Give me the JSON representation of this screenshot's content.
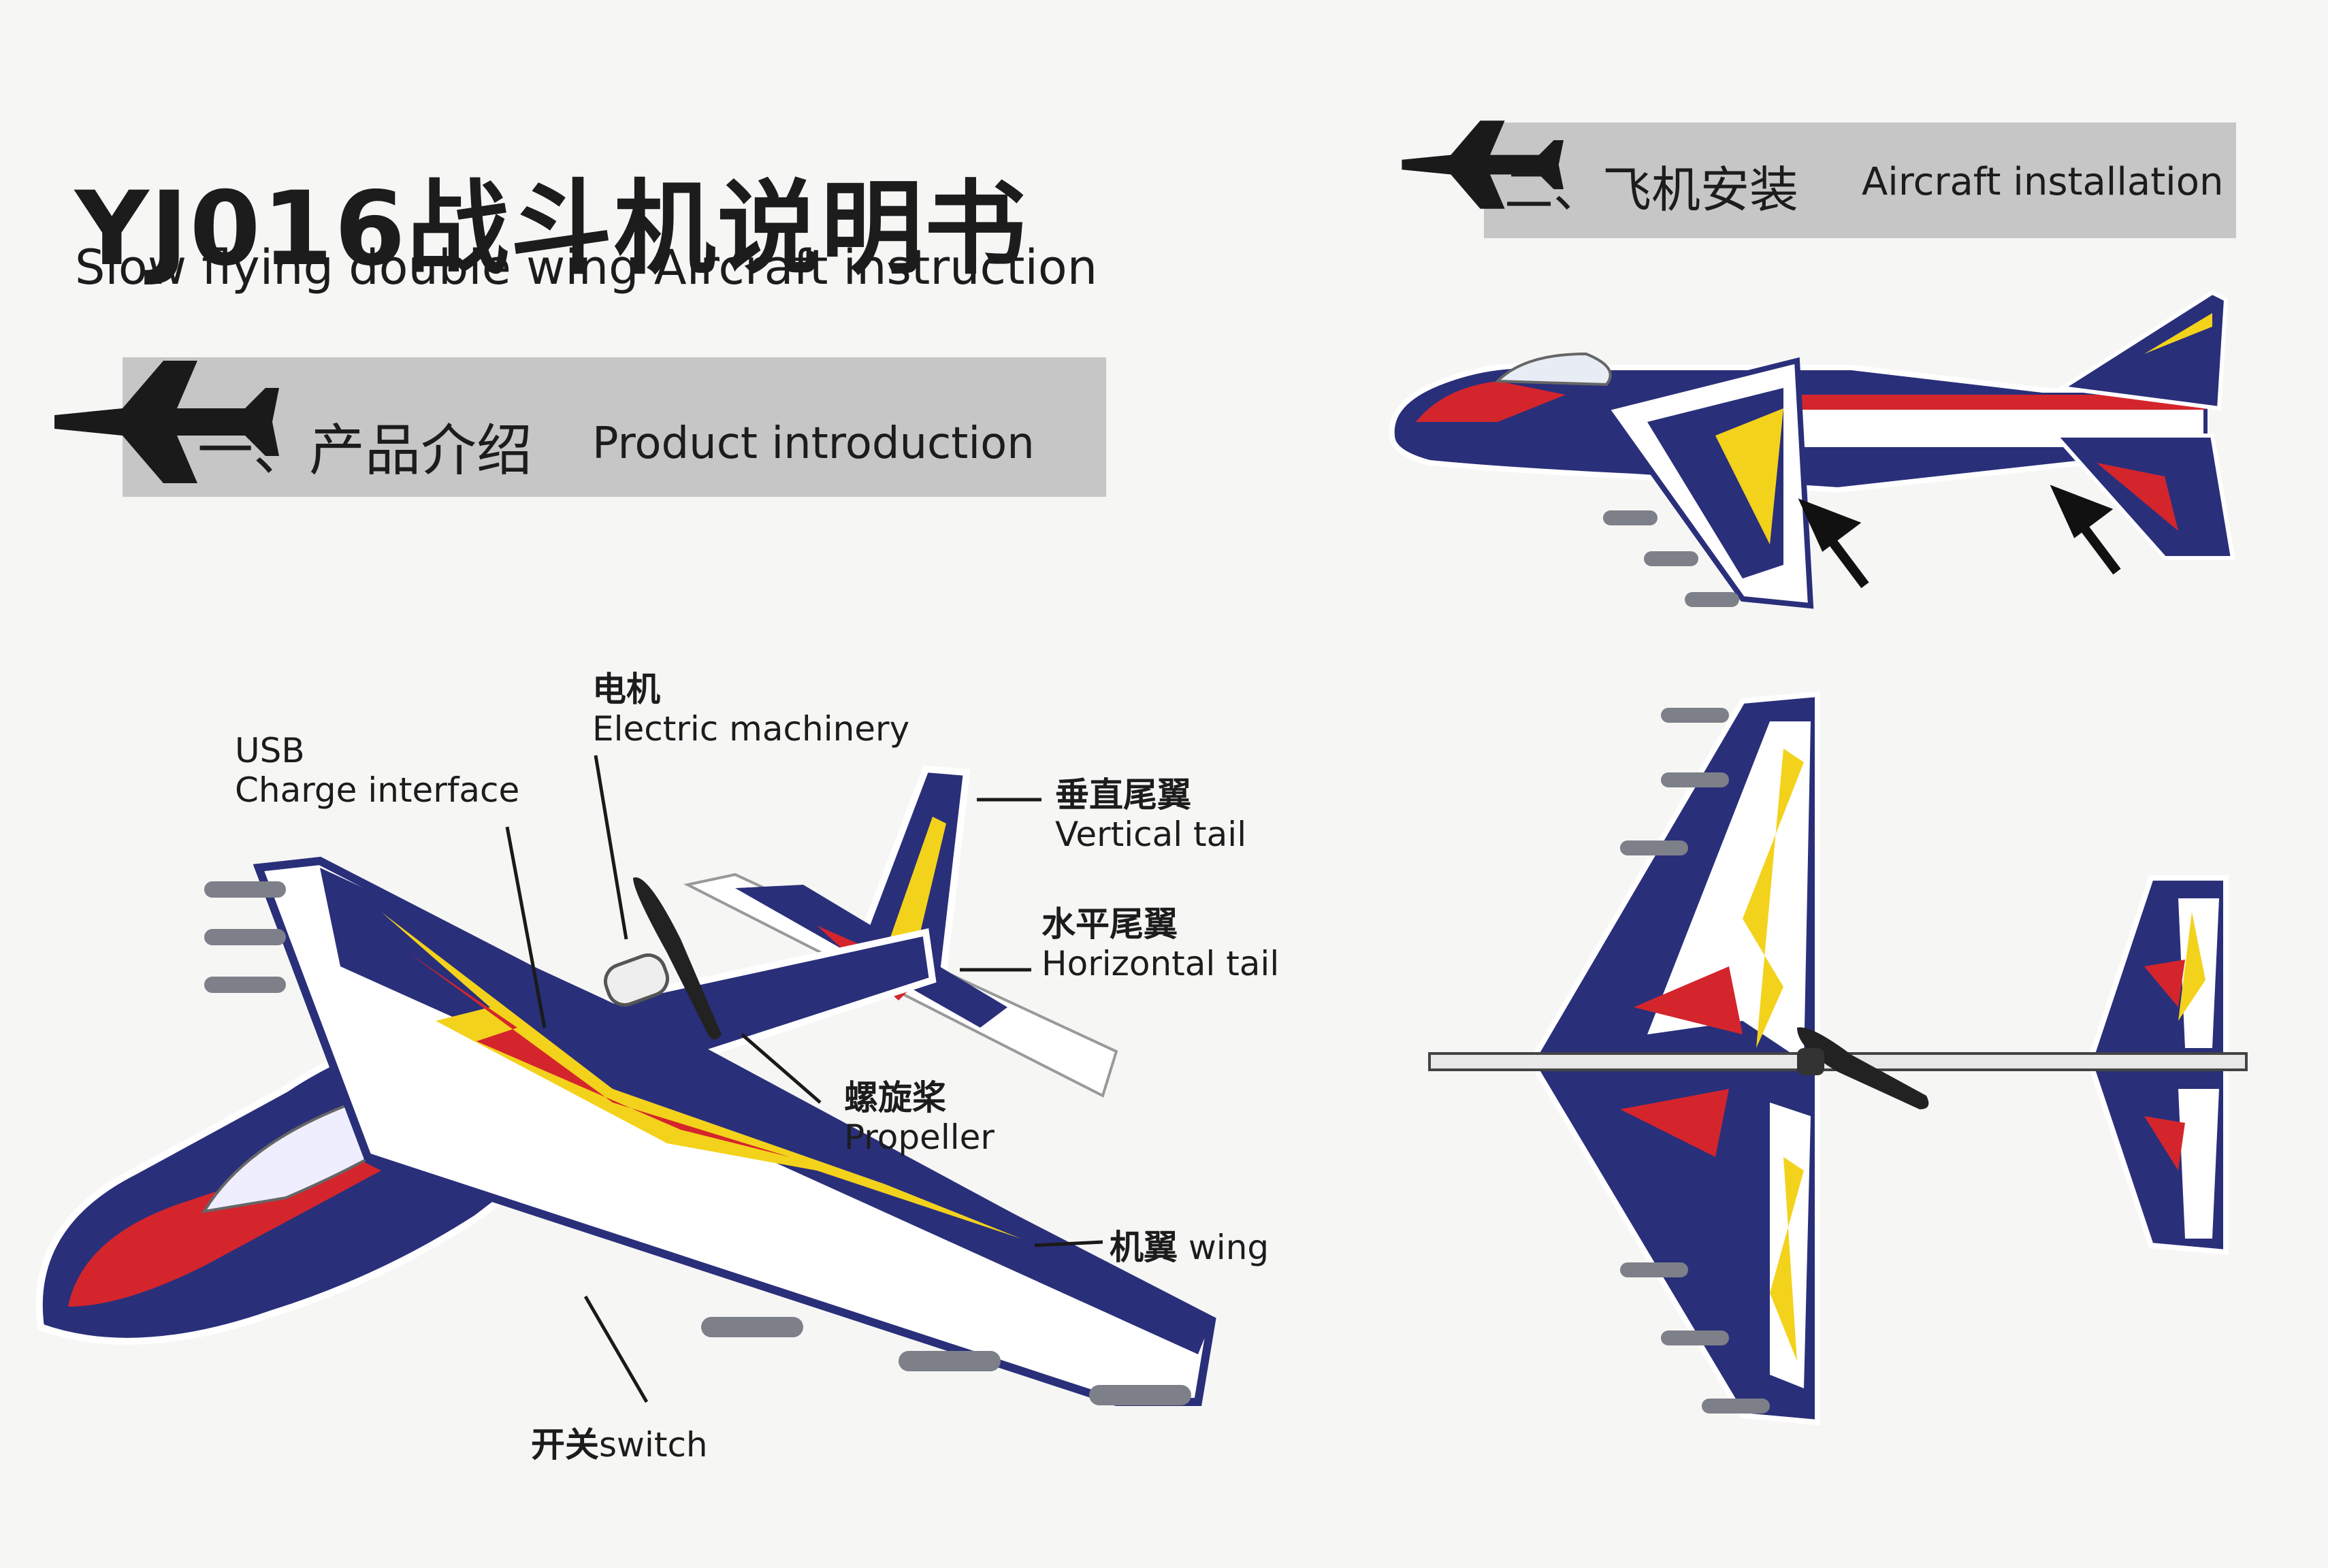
{
  "header": {
    "title": "YJ016战斗机说明书",
    "subtitle": "Slow flying double wing Aircraft instruction"
  },
  "section1": {
    "heading_zh": "一、产品介绍",
    "heading_en": "Product introduction",
    "icon": "airplane-icon"
  },
  "section2": {
    "heading_zh": "二、飞机安装",
    "heading_en": "Aircraft installation",
    "icon": "airplane-icon"
  },
  "parts": {
    "usb_line1": "USB",
    "usb_line2": "Charge interface",
    "motor_zh": "电机",
    "motor_en": "Electric machinery",
    "vtail_zh": "垂直尾翼",
    "vtail_en": "Vertical tail",
    "htail_zh": "水平尾翼",
    "htail_en": "Horizontal tail",
    "prop_zh": "螺旋桨",
    "prop_en": "Propeller",
    "wing_zh": "机翼",
    "wing_en": "wing",
    "switch_zh": "开关",
    "switch_en": "switch"
  },
  "colors": {
    "navy": "#2a2f7a",
    "red": "#d4252c",
    "yellow": "#f3d21c",
    "white": "#ffffff",
    "banner_gray": "#c6c6c6"
  }
}
